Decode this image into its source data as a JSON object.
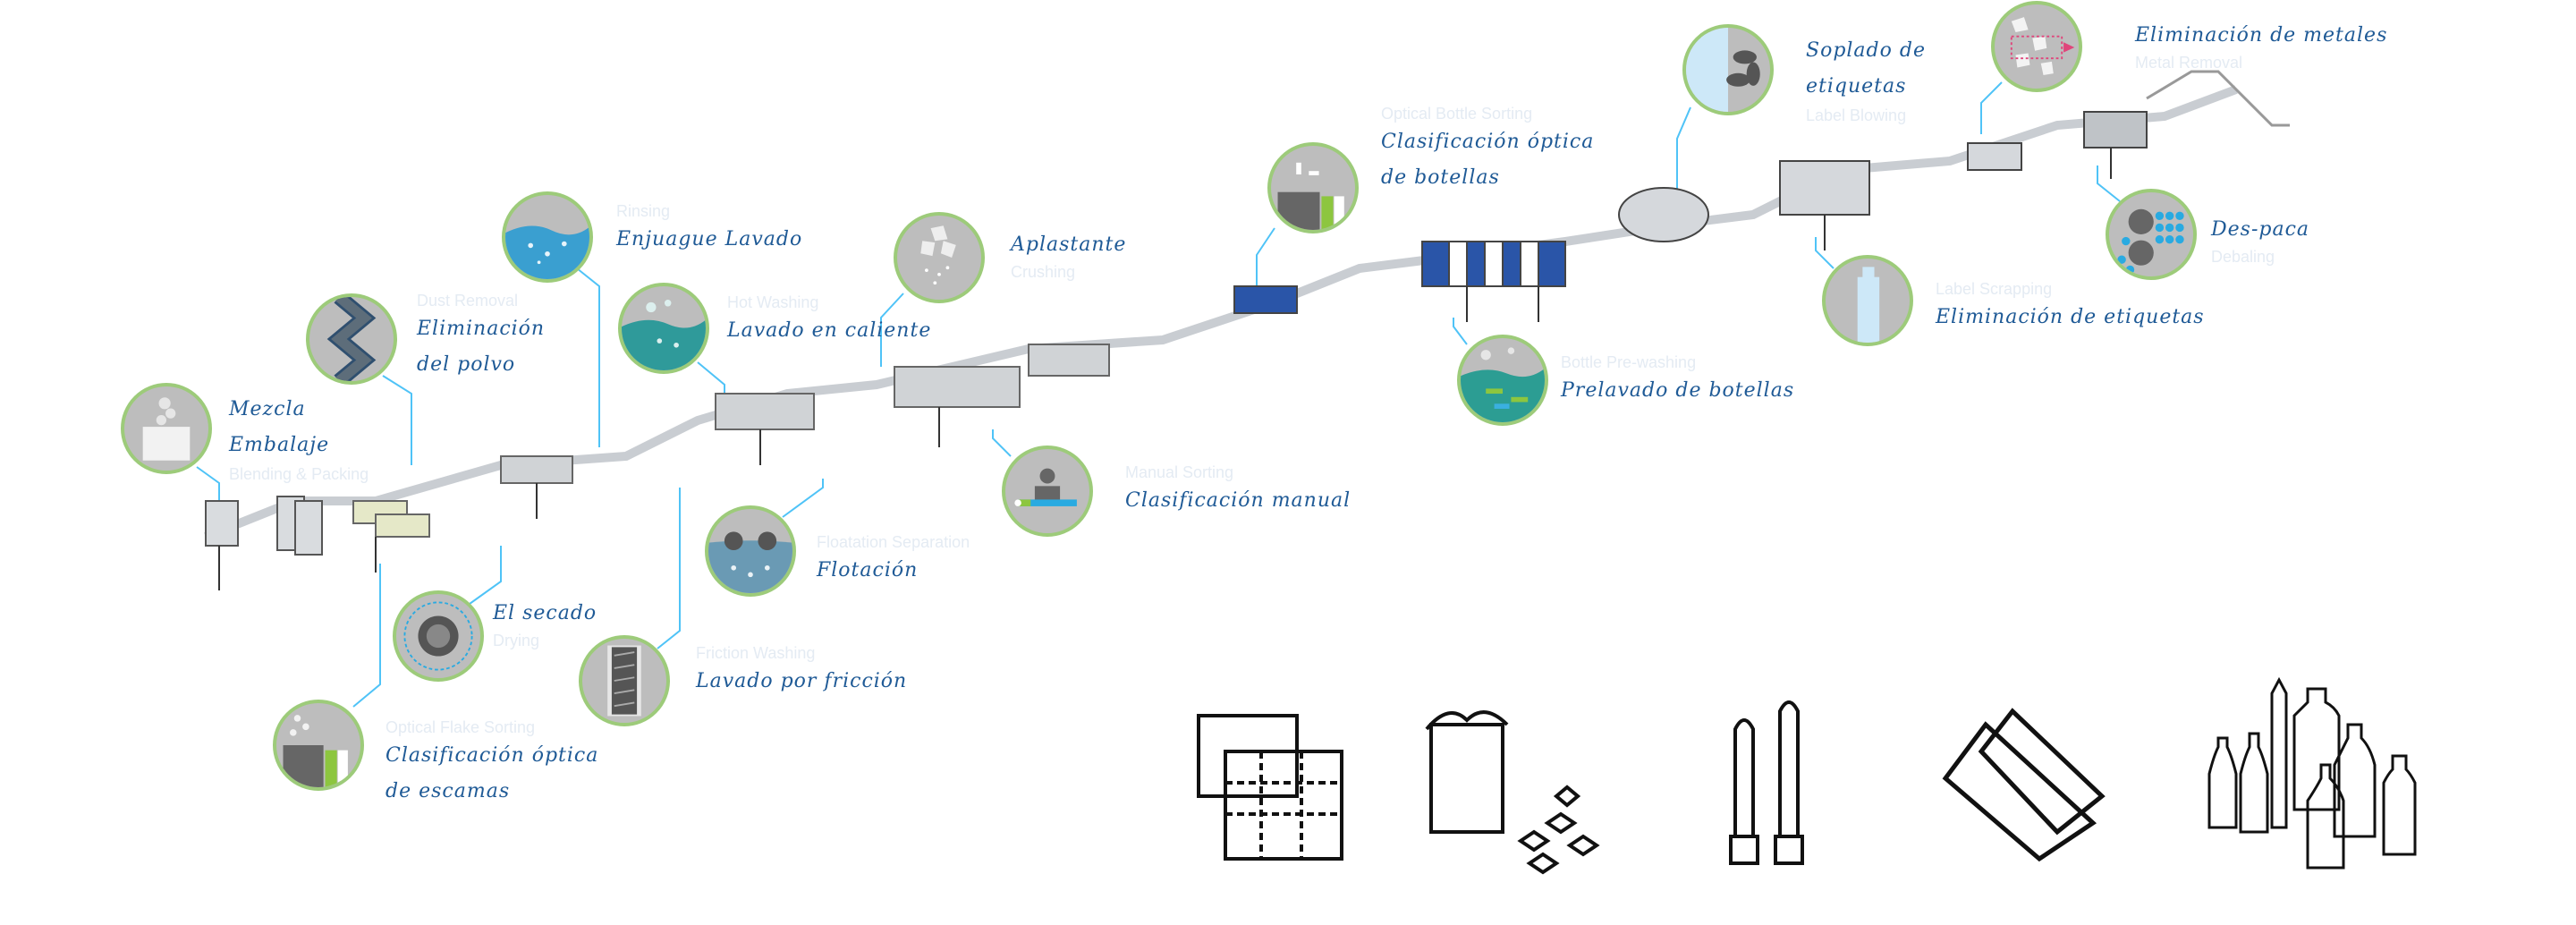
{
  "diagram": {
    "title": "PET bottle recycling washing line",
    "accent_colors": {
      "label_text": "#1f5a96",
      "connector": "#4fc3f7",
      "circle_border": "#9dcb7a",
      "circle_fill": "#bdbdbd"
    },
    "steps": [
      {
        "id": "despaca",
        "label": [
          "Des-paca"
        ],
        "sub": "Debaling",
        "icon": "debaling-icon"
      },
      {
        "id": "metales",
        "label": [
          "Eliminación de metales"
        ],
        "sub": "Metal Removal",
        "icon": "metal-removal-icon"
      },
      {
        "id": "eliminacion-etiquetas",
        "label": [
          "Eliminación de etiquetas"
        ],
        "sub": "Label Scrapping",
        "icon": "label-scrapping-icon"
      },
      {
        "id": "soplado",
        "label": [
          "Soplado de",
          "etiquetas"
        ],
        "sub": "Label Blowing",
        "icon": "label-blowing-icon"
      },
      {
        "id": "prelavado",
        "label": [
          "Prelavado de botellas"
        ],
        "sub": "Bottle Pre-washing",
        "icon": "prewashing-icon"
      },
      {
        "id": "optica-botellas",
        "label": [
          "Clasificación óptica",
          "de botellas"
        ],
        "sub": "Optical Bottle Sorting",
        "icon": "optical-bottle-sorting-icon"
      },
      {
        "id": "manual",
        "label": [
          "Clasificación manual"
        ],
        "sub": "Manual Sorting",
        "icon": "manual-sorting-icon"
      },
      {
        "id": "aplastante",
        "label": [
          "Aplastante"
        ],
        "sub": "Crushing",
        "icon": "crushing-icon"
      },
      {
        "id": "caliente",
        "label": [
          "Lavado en caliente"
        ],
        "sub": "Hot Washing",
        "icon": "hot-washing-icon"
      },
      {
        "id": "flotacion",
        "label": [
          "Flotación"
        ],
        "sub": "Floatation Separation",
        "icon": "floatation-icon"
      },
      {
        "id": "enjuague",
        "label": [
          "Enjuague Lavado"
        ],
        "sub": "Rinsing",
        "icon": "rinsing-icon"
      },
      {
        "id": "friccion",
        "label": [
          "Lavado por fricción"
        ],
        "sub": "Friction Washing",
        "icon": "friction-washing-icon"
      },
      {
        "id": "polvo",
        "label": [
          "Eliminación",
          "del polvo"
        ],
        "sub": "Dust Removal",
        "icon": "dust-removal-icon"
      },
      {
        "id": "secado",
        "label": [
          "El secado"
        ],
        "sub": "Drying",
        "icon": "drying-icon"
      },
      {
        "id": "optica-escamas",
        "label": [
          "Clasificación óptica",
          "de escamas"
        ],
        "sub": "Optical Flake Sorting",
        "icon": "optical-flake-sorting-icon"
      },
      {
        "id": "mezcla",
        "label": [
          "Mezcla",
          "Embalaje"
        ],
        "sub": "Blending & Packing",
        "icon": "blending-packing-icon"
      }
    ],
    "products": [
      {
        "name": "bale",
        "icon": "bale-icon"
      },
      {
        "name": "flakes-bag",
        "icon": "flakes-bag-icon"
      },
      {
        "name": "preforms",
        "icon": "preform-icon"
      },
      {
        "name": "sheets",
        "icon": "sheet-icon"
      },
      {
        "name": "bottles",
        "icon": "bottles-icon"
      }
    ]
  }
}
